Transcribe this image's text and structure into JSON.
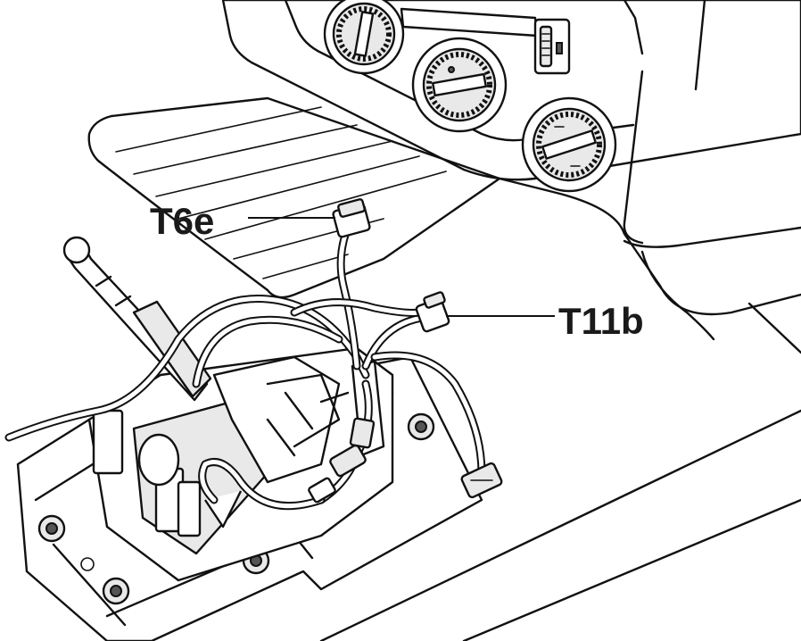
{
  "callouts": [
    {
      "id": "connector-t6e",
      "label": "T6e"
    },
    {
      "id": "connector-t11b",
      "label": "T11b"
    }
  ],
  "colors": {
    "line": "#111111",
    "label": "#1a1a1a",
    "background": "#ffffff"
  }
}
